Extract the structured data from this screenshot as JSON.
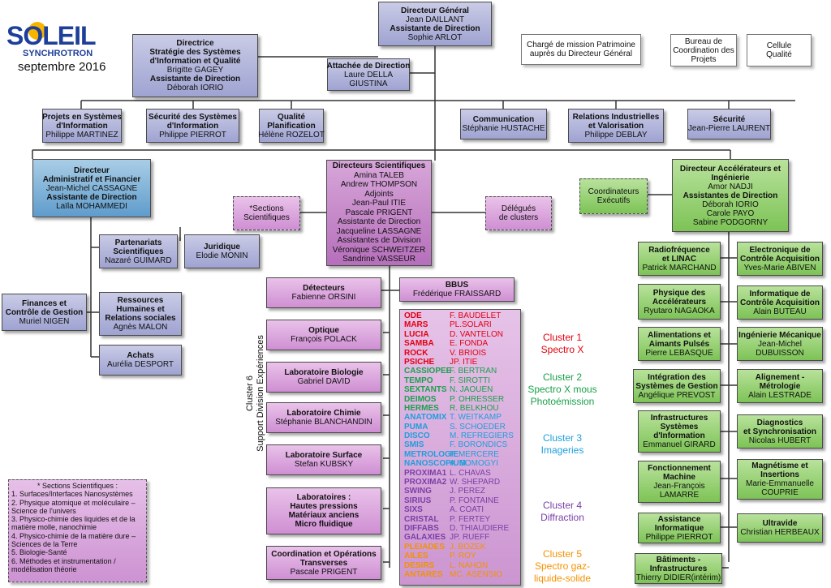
{
  "logo": {
    "word": "SOLEIL",
    "sub": "SYNCHROTRON"
  },
  "date": "septembre 2016",
  "colors": {
    "lavender": "#9fa3d1",
    "pink": "#cf8fd3",
    "blue": "#5f9ccc",
    "green": "#7dc356",
    "cluster1": "#e3000f",
    "cluster2": "#1aa14a",
    "cluster3": "#1e9fdc",
    "cluster4": "#7b3fa6",
    "cluster5": "#f39200"
  },
  "dg": {
    "l1": "Directeur Général",
    "l2": "Jean DAILLANT",
    "l3": "Assistante de Direction",
    "l4": "Sophie ARLOT"
  },
  "dsi": {
    "l1": "Directrice",
    "l2": "Stratégie des Systèmes",
    "l3": "d'Information et Qualité",
    "l4": "Brigitte GAGEY",
    "l5": "Assistante de Direction",
    "l6": "Déborah IORIO"
  },
  "attachee": {
    "l1": "Attachée de Direction",
    "l2": "Laure DELLA",
    "l3": "GIUSTINA"
  },
  "patrimoine": {
    "l1": "Chargé de mission Patrimoine",
    "l2": "auprès du Directeur Général"
  },
  "bureau": {
    "l1": "Bureau de",
    "l2": "Coordination des",
    "l3": "Projets"
  },
  "cellule": {
    "l1": "Cellule",
    "l2": "Qualité"
  },
  "projets_si": {
    "l1": "Projets en Systèmes",
    "l2": "d'Information",
    "l3": "Philippe MARTINEZ"
  },
  "securite_si": {
    "l1": "Sécurité des Systèmes",
    "l2": "d'Information",
    "l3": "Philippe PIERROT"
  },
  "qualite": {
    "l1": "Qualité",
    "l2": "Planification",
    "l3": "Hélène ROZELOT"
  },
  "communication": {
    "l1": "Communication",
    "l2": "Stéphanie HUSTACHE"
  },
  "relations": {
    "l1": "Relations Industrielles",
    "l2": "et Valorisation",
    "l3": "Philippe DEBLAY"
  },
  "securite": {
    "l1": "Sécurité",
    "l2": "Jean-Pierre LAURENT"
  },
  "daf": {
    "l1": "Directeur",
    "l2": "Administratif et Financier",
    "l3": "Jean-Michel CASSAGNE",
    "l4": "Assistante de Direction",
    "l5": "Laïla MOHAMMEDI"
  },
  "partenariats": {
    "l1": "Partenariats",
    "l2": "Scientifiques",
    "l3": "Nazaré GUIMARD"
  },
  "juridique": {
    "l1": "Juridique",
    "l2": "Elodie MONIN"
  },
  "finances": {
    "l1": "Finances et",
    "l2": "Contrôle de Gestion",
    "l3": "Muriel NIGEN"
  },
  "rh": {
    "l1": "Ressources",
    "l2": "Humaines et",
    "l3": "Relations sociales",
    "l4": "Agnès MALON"
  },
  "achats": {
    "l1": "Achats",
    "l2": "Aurélia DESPORT"
  },
  "sections": {
    "l1": "*Sections",
    "l2": "Scientifiques"
  },
  "ds": {
    "lines": [
      "Directeurs Scientifiques",
      "Amina TALEB",
      "Andrew THOMPSON",
      "Adjoints",
      "Jean-Paul ITIE",
      "Pascale PRIGENT",
      "Assistante de Direction",
      "Jacqueline LASSAGNE",
      "Assistantes de Division",
      "Véronique SCHWEITZER",
      "Sandrine VASSEUR"
    ]
  },
  "delegues": {
    "l1": "Délégués",
    "l2": "de clusters"
  },
  "coordinateurs": {
    "l1": "Coordinateurs",
    "l2": "Exécutifs"
  },
  "dacc": {
    "lines": [
      "Directeur Accélérateurs et",
      "Ingénierie",
      "Amor NADJI",
      "Assistantes de Direction",
      "Déborah IORIO",
      "Carole PAYO",
      "Sabine PODGORNY"
    ]
  },
  "bbus": {
    "l1": "BBUS",
    "l2": "Frédérique FRAISSARD"
  },
  "detecteurs": {
    "l1": "Détecteurs",
    "l2": "Fabienne ORSINI"
  },
  "optique": {
    "l1": "Optique",
    "l2": "François POLACK"
  },
  "labo_bio": {
    "l1": "Laboratoire Biologie",
    "l2": "Gabriel DAVID"
  },
  "labo_chimie": {
    "l1": "Laboratoire Chimie",
    "l2": "Stéphanie BLANCHANDIN"
  },
  "labo_surface": {
    "l1": "Laboratoire Surface",
    "l2": "Stefan KUBSKY"
  },
  "laboratoires": {
    "l1": "Laboratoires :",
    "l2": "Hautes pressions",
    "l3": "Matériaux anciens",
    "l4": "Micro fluidique"
  },
  "coordination": {
    "l1": "Coordination et Opérations",
    "l2": "Transverses",
    "l3": "Pascale PRIGENT"
  },
  "division": {
    "l1": "Cluster 6",
    "l2": "Support Division Expériences"
  },
  "beamlines": [
    {
      "name": "ODE",
      "person": "F. BAUDELET",
      "cluster": 1
    },
    {
      "name": "MARS",
      "person": "PL.SOLARI",
      "cluster": 1
    },
    {
      "name": "LUCIA",
      "person": "D. VANTELON",
      "cluster": 1
    },
    {
      "name": "SAMBA",
      "person": "E. FONDA",
      "cluster": 1
    },
    {
      "name": "ROCK",
      "person": "V. BRIOIS",
      "cluster": 1
    },
    {
      "name": "PSICHE",
      "person": "JP. ITIE",
      "cluster": 1
    },
    {
      "name": "CASSIOPEE",
      "person": "F. BERTRAN",
      "cluster": 2
    },
    {
      "name": "TEMPO",
      "person": "F. SIROTTI",
      "cluster": 2
    },
    {
      "name": "SEXTANTS",
      "person": "N. JAOUEN",
      "cluster": 2
    },
    {
      "name": "DEIMOS",
      "person": "P. OHRESSER",
      "cluster": 2
    },
    {
      "name": "HERMES",
      "person": "R. BELKHOU",
      "cluster": 2
    },
    {
      "name": "ANATOMIX",
      "person": "T. WEITKAMP",
      "cluster": 3
    },
    {
      "name": "PUMA",
      "person": "S. SCHOEDER",
      "cluster": 3
    },
    {
      "name": "DISCO",
      "person": "M. REFREGIERS",
      "cluster": 3
    },
    {
      "name": "SMIS",
      "person": "F. BORONDICS",
      "cluster": 3
    },
    {
      "name": "METROLOGIE",
      "person": "P. MERCERE",
      "cluster": 3
    },
    {
      "name": "NANOSCOPIUM",
      "person": "A. SOMOGYI",
      "cluster": 3
    },
    {
      "name": "PROXIMA1",
      "person": "L. CHAVAS",
      "cluster": 4
    },
    {
      "name": "PROXIMA2",
      "person": "W. SHEPARD",
      "cluster": 4
    },
    {
      "name": "SWING",
      "person": "J. PEREZ",
      "cluster": 4
    },
    {
      "name": "SIRIUS",
      "person": "P. FONTAINE",
      "cluster": 4
    },
    {
      "name": "SIXS",
      "person": "A. COATI",
      "cluster": 4
    },
    {
      "name": "CRISTAL",
      "person": "P. FERTEY",
      "cluster": 4
    },
    {
      "name": "DIFFABS",
      "person": "D. THIAUDIERE",
      "cluster": 4
    },
    {
      "name": "GALAXIES",
      "person": "JP. RUEFF",
      "cluster": 4
    },
    {
      "name": "PLEIADES",
      "person": "J. BOZEK",
      "cluster": 5
    },
    {
      "name": "AILES",
      "person": "P. ROY",
      "cluster": 5
    },
    {
      "name": "DESIRS",
      "person": "L. NAHON",
      "cluster": 5
    },
    {
      "name": "ANTARES",
      "person": "MC. ASENSIO",
      "cluster": 5
    }
  ],
  "clusters": [
    {
      "l1": "Cluster 1",
      "l2": "Spectro X",
      "l3": ""
    },
    {
      "l1": "Cluster 2",
      "l2": "Spectro X mous",
      "l3": "Photoémission"
    },
    {
      "l1": "Cluster 3",
      "l2": "Imageries",
      "l3": ""
    },
    {
      "l1": "Cluster 4",
      "l2": "Diffraction",
      "l3": ""
    },
    {
      "l1": "Cluster 5",
      "l2": "Spectro gaz-",
      "l3": "liquide-solide"
    }
  ],
  "legend": {
    "lines": [
      "* Sections Scientifiques :",
      "1. Surfaces/Interfaces Nanosystèmes",
      "2. Physique atomique et moléculaire –",
      "Science de l'univers",
      "3. Physico-chimie des liquides et de la",
      "matière molle, nanochimie",
      "4. Physico-chimie de la matière dure –",
      "Sciences de la Terre",
      "5. Biologie-Santé",
      "6. Méthodes et instrumentation /",
      "modélisation théorie"
    ]
  },
  "acc_left": [
    {
      "l1": "Radiofréquence",
      "l2": "et LINAC",
      "l3": "Patrick MARCHAND",
      "l4": ""
    },
    {
      "l1": "Physique des",
      "l2": "Accélérateurs",
      "l3": "Ryutaro NAGAOKA",
      "l4": ""
    },
    {
      "l1": "Alimentations et",
      "l2": "Aimants Pulsés",
      "l3": "Pierre LEBASQUE",
      "l4": ""
    },
    {
      "l1": "Intégration des",
      "l2": "Systèmes de Gestion",
      "l3": "Angélique PREVOST",
      "l4": ""
    },
    {
      "l1": "Infrastructures",
      "l2": "Systèmes",
      "l3": "d'Information",
      "l4": "Emmanuel GIRARD"
    },
    {
      "l1": "Fonctionnement",
      "l2": "Machine",
      "l3": "Jean-François",
      "l4": "LAMARRE"
    },
    {
      "l1": "Assistance",
      "l2": "Informatique",
      "l3": "Philippe PIERROT",
      "l4": ""
    },
    {
      "l1": "Bâtiments -",
      "l2": "Infrastructures",
      "l3": "Thierry DIDIER(intérim)",
      "l4": ""
    }
  ],
  "acc_right": [
    {
      "l1": "Electronique de",
      "l2": "Contrôle Acquisition",
      "l3": "Yves-Marie ABIVEN",
      "l4": ""
    },
    {
      "l1": "Informatique de",
      "l2": "Contrôle Acquisition",
      "l3": "Alain BUTEAU",
      "l4": ""
    },
    {
      "l1": "Ingénierie Mécanique",
      "l2": "Jean-Michel",
      "l3": "DUBUISSON",
      "l4": ""
    },
    {
      "l1": "Alignement -",
      "l2": "Métrologie",
      "l3": "Alain LESTRADE",
      "l4": ""
    },
    {
      "l1": "Diagnostics",
      "l2": "et Synchronisation",
      "l3": "Nicolas HUBERT",
      "l4": ""
    },
    {
      "l1": "Magnétisme et",
      "l2": "Insertions",
      "l3": "Marie-Emmanuelle",
      "l4": "COUPRIE"
    },
    {
      "l1": "Ultravide",
      "l2": "Christian HERBEAUX",
      "l3": "",
      "l4": ""
    }
  ]
}
